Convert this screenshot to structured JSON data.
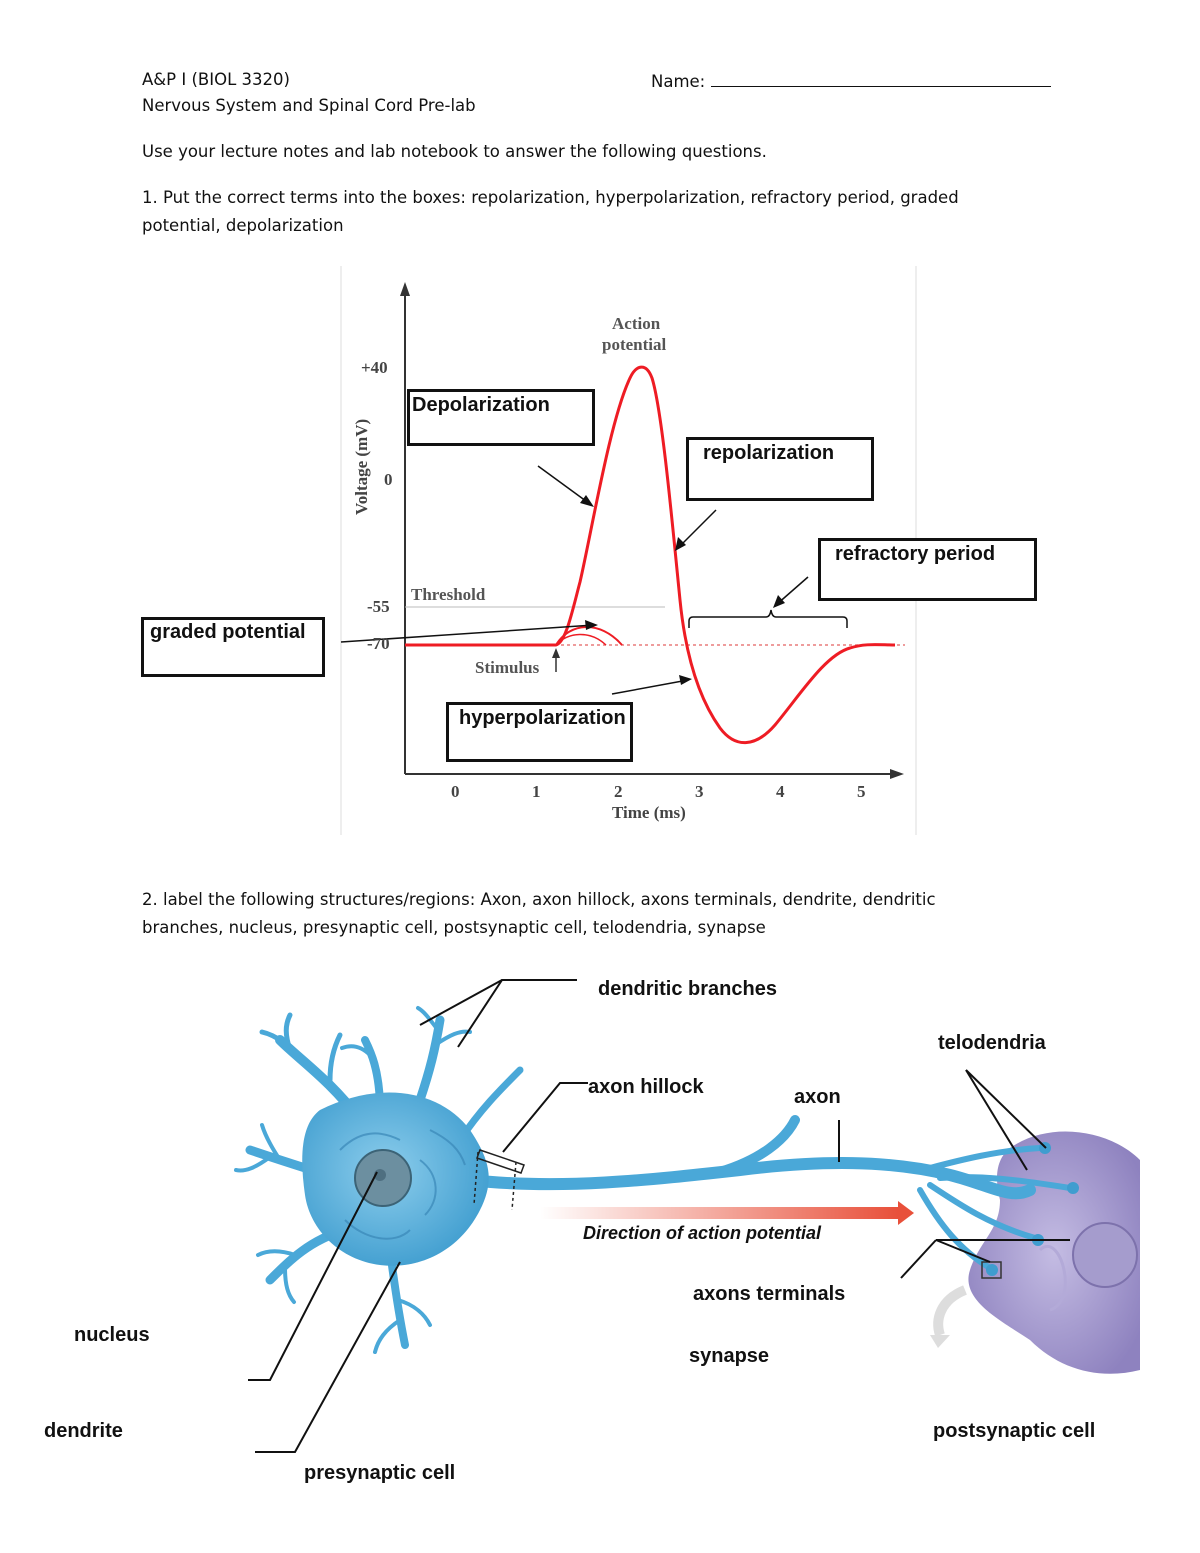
{
  "header": {
    "course": "A&P I (BIOL 3320)",
    "name_label": "Name:",
    "subtitle": "Nervous System and Spinal Cord Pre-lab",
    "instructions": "Use your lecture notes and lab notebook to answer the following questions."
  },
  "question1": {
    "line1": "1. Put the correct terms into the boxes:  repolarization, hyperpolarization, refractory period, graded",
    "line2": "potential,  depolarization"
  },
  "question2": {
    "line1": "2.  label the following structures/regions:    Axon, axon hillock,  axons terminals, dendrite, dendritic",
    "line2": "branches, nucleus, presynaptic cell, postsynaptic cell,  telodendria, synapse"
  },
  "graph": {
    "ylabel": "Voltage (mV)",
    "xlabel": "Time (ms)",
    "yticks": [
      "+40",
      "0",
      "-55",
      "-70"
    ],
    "xticks": [
      "0",
      "1",
      "2",
      "3",
      "4",
      "5"
    ],
    "threshold_label": "Threshold",
    "stimulus_label": "Stimulus",
    "peak_label_1": "Action",
    "peak_label_2": "potential",
    "answers": {
      "depolarization": "Depolarization",
      "repolarization": "repolarization",
      "refractory": "refractory period",
      "graded": "graded potential",
      "hyperpolarization": "hyperpolarization"
    },
    "colors": {
      "trace": "#ee1c24",
      "axis": "#333333"
    }
  },
  "neuron": {
    "direction_label": "Direction of action potential",
    "labels": {
      "dendritic_branches": "dendritic branches",
      "axon_hillock": "axon hillock",
      "axon": "axon",
      "telodendria": "telodendria",
      "axon_terminals": "axons terminals",
      "synapse": "synapse",
      "nucleus": "nucleus",
      "dendrite": "dendrite",
      "presynaptic": "presynaptic cell",
      "postsynaptic": "postsynaptic cell"
    },
    "colors": {
      "neuron": "#4aa8d8",
      "postsynaptic": "#9b8fc7",
      "arrow": "#e8503a"
    }
  }
}
